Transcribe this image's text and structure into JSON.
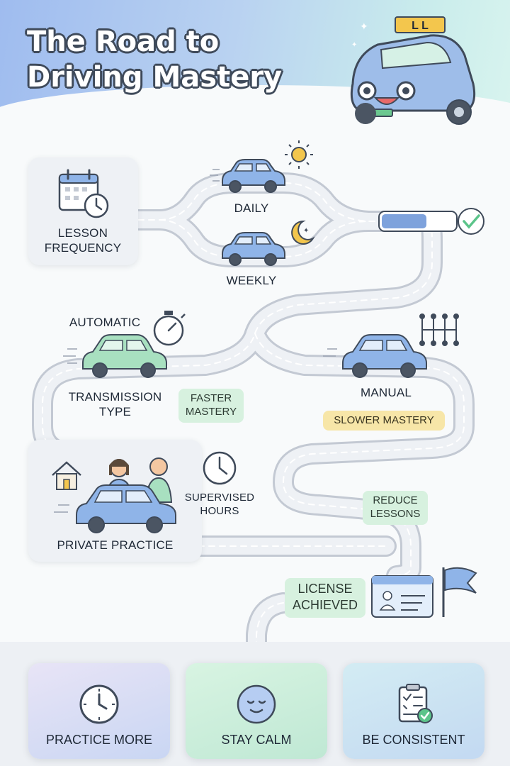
{
  "header": {
    "title_line1": "The Road to",
    "title_line2": "Driving Mastery",
    "mascot_sign": "L L"
  },
  "lesson_frequency": {
    "label": "LESSON FREQUENCY",
    "options": [
      "DAILY",
      "WEEKLY"
    ]
  },
  "transmission": {
    "label": "TRANSMISSION TYPE",
    "automatic_label": "AUTOMATIC",
    "manual_label": "MANUAL",
    "automatic_tag": "FASTER MASTERY",
    "manual_tag": "SLOWER MASTERY"
  },
  "practice": {
    "label": "PRIVATE PRACTICE",
    "supervised_label": "SUPERVISED HOURS",
    "reduce_tag": "REDUCE LESSONS"
  },
  "goal": {
    "license_tag": "LICENSE ACHIEVED"
  },
  "progress": {
    "fraction": 0.62
  },
  "tips": [
    {
      "label": "PRACTICE MORE",
      "icon": "clock-icon"
    },
    {
      "label": "STAY CALM",
      "icon": "calm-face-icon"
    },
    {
      "label": "BE CONSISTENT",
      "icon": "checklist-icon"
    }
  ],
  "colors": {
    "car_blue": "#8fb4e8",
    "car_green": "#a8e0c0",
    "tag_green": "#d7f1df",
    "tag_yellow": "#f7e6a8",
    "progress_fill": "#7ea2dc",
    "check_green": "#5cc48a"
  }
}
